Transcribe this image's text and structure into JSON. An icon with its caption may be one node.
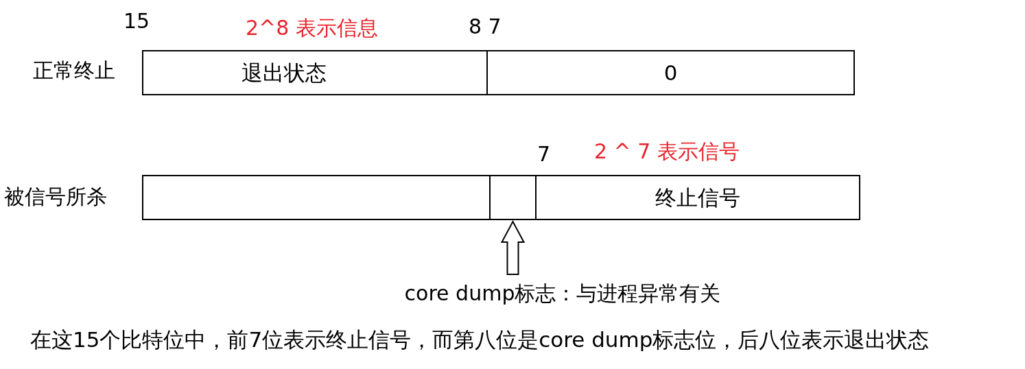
{
  "diagram": {
    "nodes": [
      {
        "text": [
          "退出状态"
        ]
      },
      {
        "text": [
          "0"
        ]
      },
      {
        "text": [],
        "shape": "box"
      },
      {
        "text": [],
        "shape": "box"
      },
      {
        "text": [
          "终止信号"
        ]
      },
      {
        "text": [
          "core dump标志：与进程异常有关"
        ]
      }
    ],
    "edges": [
      {
        "from": 5,
        "to": 3,
        "arrow": "to"
      }
    ],
    "labels": [
      "15",
      "2^8 表示信息",
      "8 7",
      "正常终止",
      "7",
      "2 ^ 7 表示信号",
      "被信号所杀",
      "在这15个比特位中，前7位表示终止信号，而第八位是core dump标志位，后八位表示退出状态"
    ]
  }
}
